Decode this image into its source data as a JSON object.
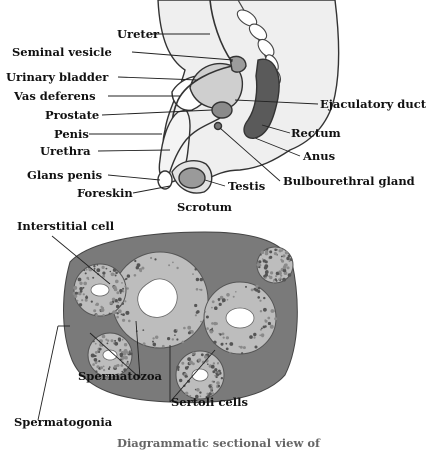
{
  "labels": {
    "ureter": "Ureter",
    "seminal_vesicle": "Seminal vesicle",
    "urinary_bladder": "Urinary bladder",
    "vas_deferens": "Vas deferens",
    "ejaculatory_duct": "Ejaculatory duct",
    "prostate": "Prostate",
    "rectum": "Rectum",
    "penis": "Penis",
    "anus": "Anus",
    "urethra": "Urethra",
    "bulbourethral_gland": "Bulbourethral gland",
    "glans_penis": "Glans penis",
    "testis": "Testis",
    "foreskin": "Foreskin",
    "scrotum": "Scrotum",
    "interstitial_cell": "Interstitial cell",
    "spermatozoa": "Spermatozoa",
    "sertoli_cells": "Sertoli cells",
    "spermatogonia": "Spermatogonia"
  },
  "caption": "Diagrammatic sectional view of",
  "colors": {
    "outline": "#333333",
    "fill": "#e9e9e9",
    "organ_dark": "#555555",
    "organ_mid": "#8a8a8a",
    "tissue": "#6f6f6f",
    "tissue_light": "#cfcfcf",
    "caption": "#666666"
  }
}
